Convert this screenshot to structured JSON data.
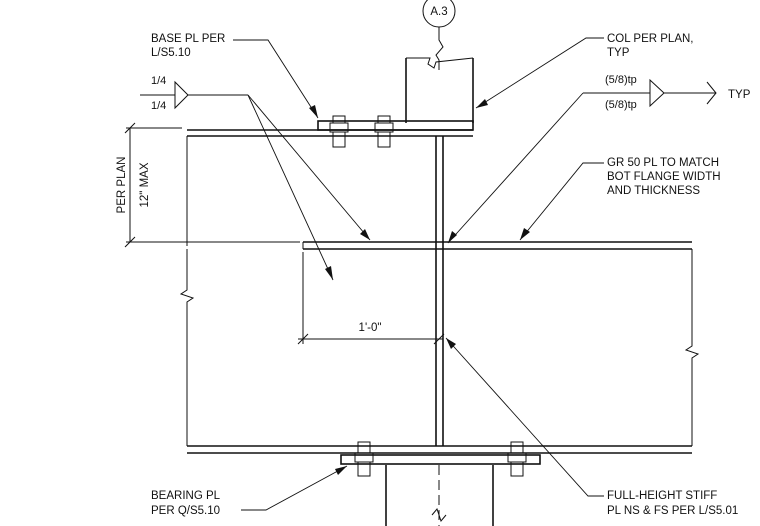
{
  "grid_bubble": "A.3",
  "notes": {
    "base_pl": [
      "BASE PL PER",
      "L/S5.10"
    ],
    "col_per_plan": [
      "COL PER PLAN,",
      "TYP"
    ],
    "weld_left_top": "1/4",
    "weld_left_bottom": "1/4",
    "weld_right_top": "(5/8)tp",
    "weld_right_bottom": "(5/8)tp",
    "weld_typ": "TYP",
    "gr50_pl": [
      "GR 50 PL TO MATCH",
      "BOT FLANGE WIDTH",
      "AND THICKNESS"
    ],
    "bearing_pl": [
      "BEARING PL",
      "PER Q/S5.10"
    ],
    "full_height_stiff": [
      "FULL-HEIGHT STIFF",
      "PL NS & FS PER L/S5.01"
    ]
  },
  "dimensions": {
    "per_plan": "PER PLAN",
    "max_12": "12\" MAX",
    "one_foot": "1'-0\""
  }
}
